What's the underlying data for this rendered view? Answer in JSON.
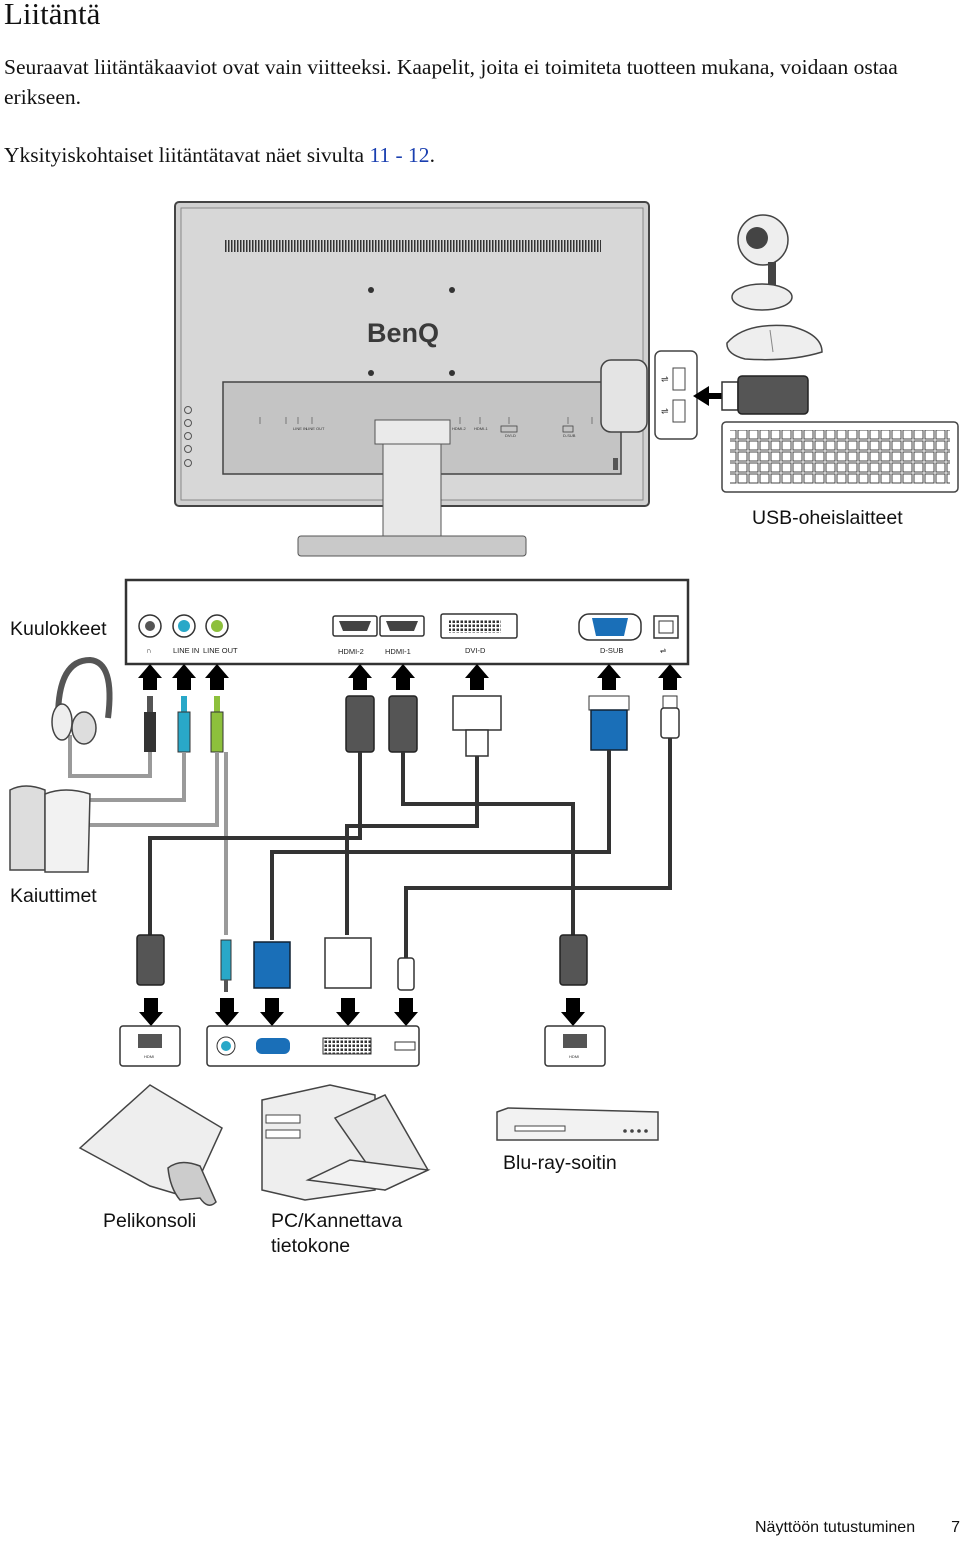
{
  "page": {
    "title": "Liitäntä",
    "intro": "Seuraavat liitäntäkaaviot ovat vain viitteeksi. Kaapelit, joita ei toimiteta tuotteen mukana, voidaan ostaa erikseen.",
    "details_prefix": "Yksityiskohtaiset liitäntätavat näet sivulta ",
    "details_link": "11 - 12",
    "details_suffix": "."
  },
  "diagram": {
    "brand": "BenQ",
    "labels": {
      "usb_peripherals": "USB-oheislaitteet",
      "headphones": "Kuulokkeet",
      "speakers": "Kaiuttimet",
      "game_console": "Pelikonsoli",
      "pc_line1": "PC/Kannettava",
      "pc_line2": "tietokone",
      "bluray": "Blu-ray-soitin"
    },
    "ports": {
      "headphone": "∩",
      "line_in": "LINE IN",
      "line_out": "LINE OUT",
      "hdmi2": "HDMI-2",
      "hdmi1": "HDMI-1",
      "dvi": "DVI-D",
      "dsub": "D-SUB",
      "usb": "⇌",
      "hdmi_small": "HDMI"
    },
    "colors": {
      "cable": "#4a4a4a",
      "audio_cable": "#9a9a9a",
      "vga_blue": "#1a6fb8",
      "line_in_cyan": "#29a8c8",
      "line_out_green": "#8dc03c",
      "monitor_gray": "#c9c9c9"
    }
  },
  "footer": {
    "section": "Näyttöön tutustuminen",
    "page_number": "7"
  }
}
